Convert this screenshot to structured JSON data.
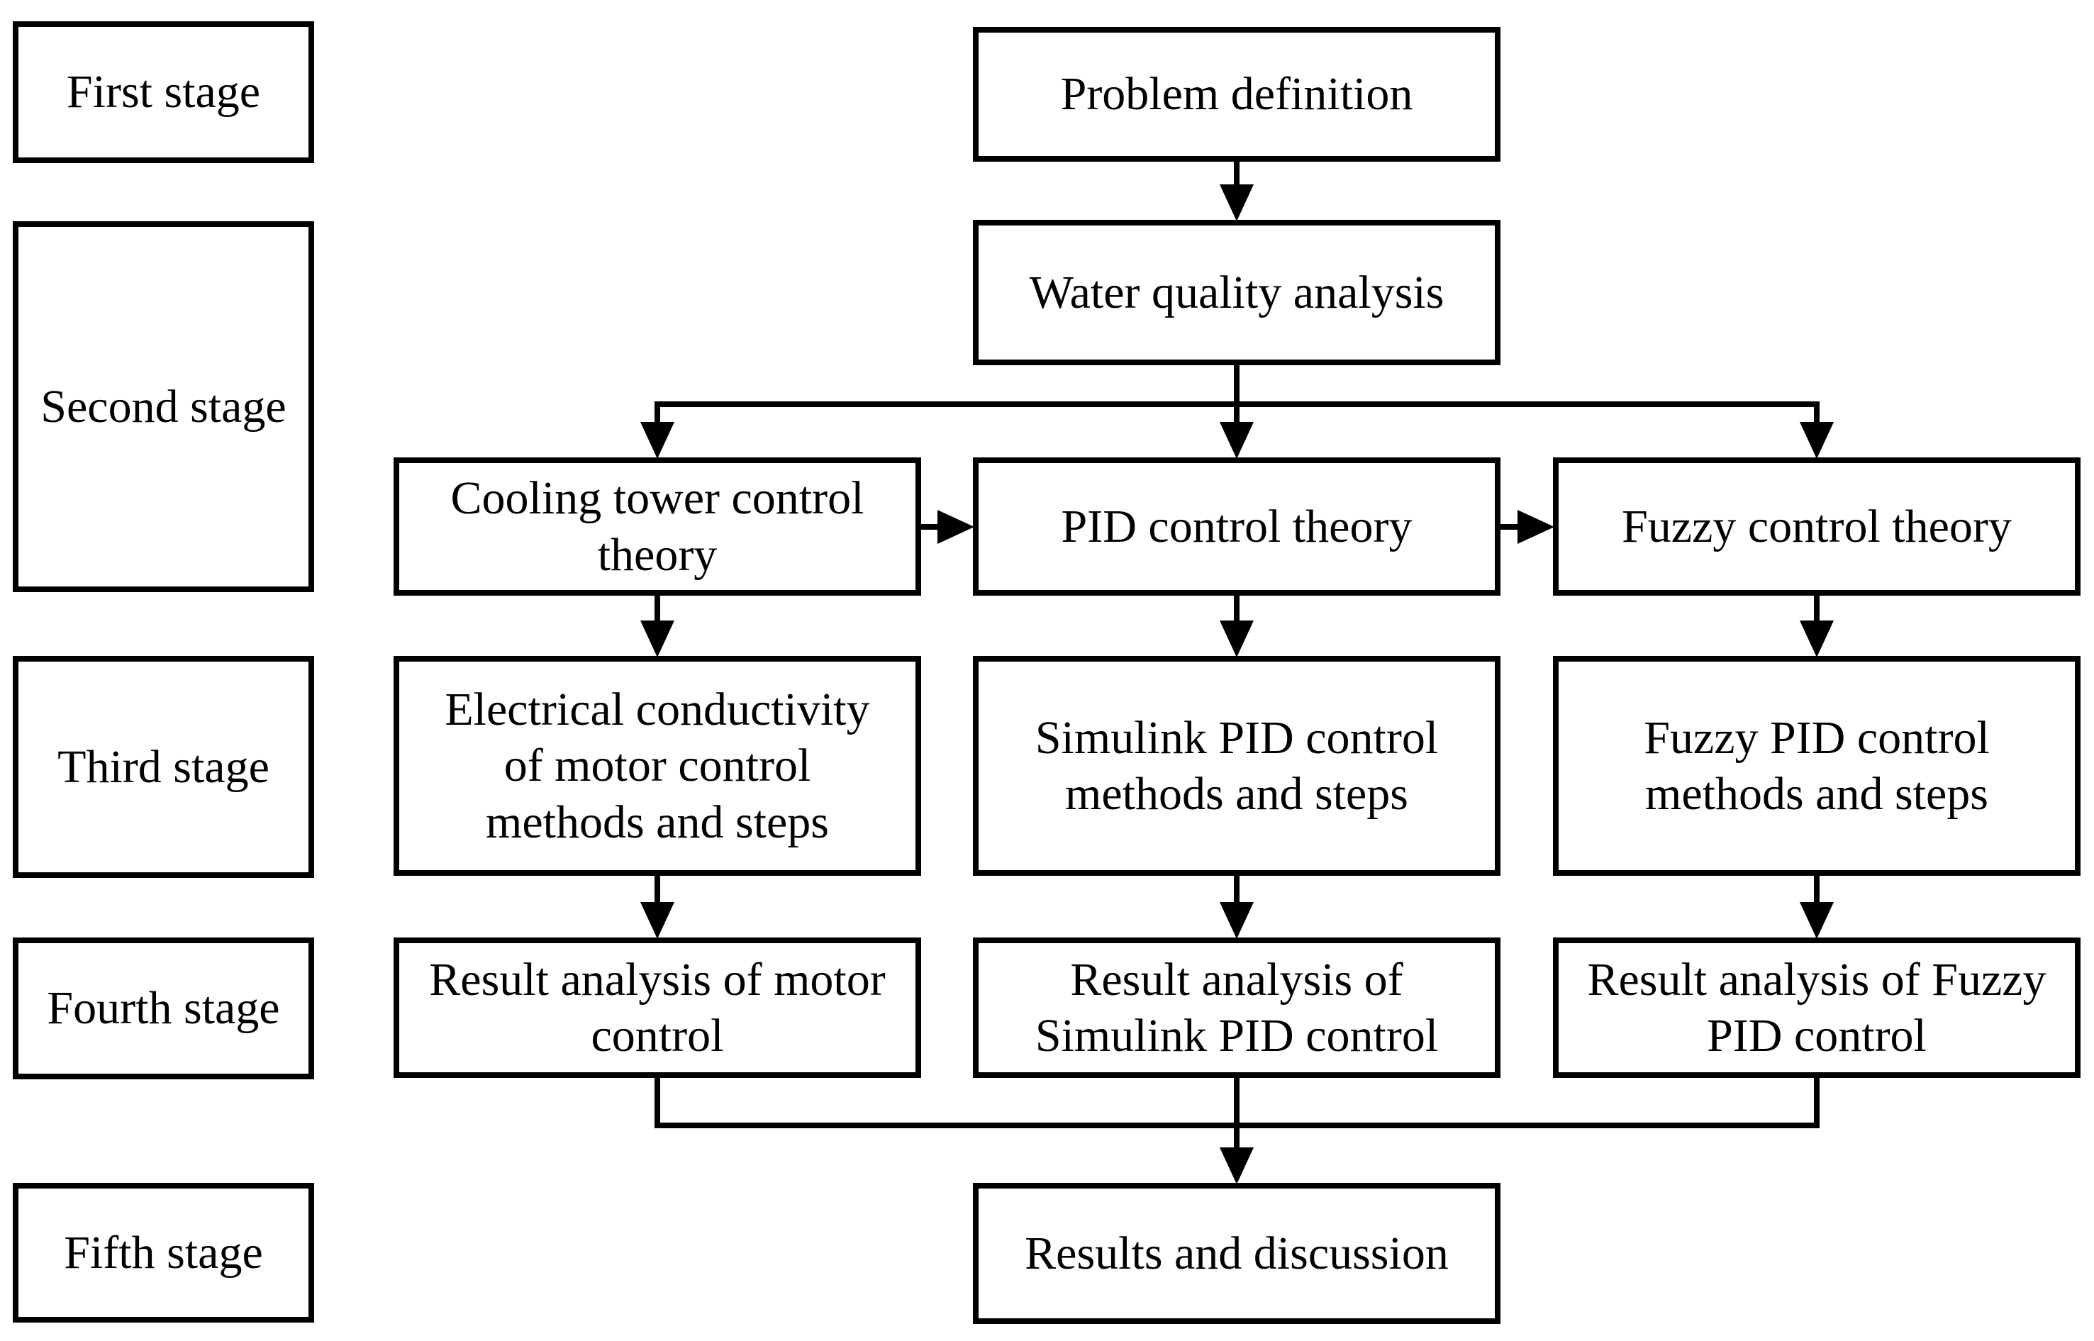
{
  "figure": {
    "background": "#ffffff",
    "line_color": "#000000",
    "box_border_color": "#000000",
    "box_fill": "#ffffff",
    "text_color": "#000000"
  },
  "stages": [
    {
      "label": "First stage"
    },
    {
      "label": "Second stage"
    },
    {
      "label": "Third stage"
    },
    {
      "label": "Fourth stage"
    },
    {
      "label": "Fifth stage"
    }
  ],
  "nodes": {
    "problem": {
      "label": "Problem definition"
    },
    "water": {
      "label": "Water quality analysis"
    },
    "cooling": {
      "label": "Cooling tower control\ntheory"
    },
    "pid": {
      "label": "PID control theory"
    },
    "fuzzy": {
      "label": "Fuzzy control theory"
    },
    "electrical": {
      "label": "Electrical conductivity\nof motor control\nmethods and steps"
    },
    "simulink": {
      "label": "Simulink PID control\nmethods and steps"
    },
    "fuzzy_pid": {
      "label": "Fuzzy PID control\nmethods and steps"
    },
    "result_motor": {
      "label": "Result analysis of motor\ncontrol"
    },
    "result_simulink": {
      "label": "Result analysis of\nSimulink PID control"
    },
    "result_fuzzy": {
      "label": "Result analysis of Fuzzy\nPID control"
    },
    "results": {
      "label": "Results and discussion"
    }
  },
  "edges": [
    {
      "from": "problem",
      "to": "water"
    },
    {
      "from": "water",
      "to": "cooling"
    },
    {
      "from": "water",
      "to": "pid"
    },
    {
      "from": "water",
      "to": "fuzzy"
    },
    {
      "from": "cooling",
      "to": "pid"
    },
    {
      "from": "pid",
      "to": "fuzzy"
    },
    {
      "from": "cooling",
      "to": "electrical"
    },
    {
      "from": "pid",
      "to": "simulink"
    },
    {
      "from": "fuzzy",
      "to": "fuzzy_pid"
    },
    {
      "from": "electrical",
      "to": "result_motor"
    },
    {
      "from": "simulink",
      "to": "result_simulink"
    },
    {
      "from": "fuzzy_pid",
      "to": "result_fuzzy"
    },
    {
      "from": "result_motor",
      "to": "results"
    },
    {
      "from": "result_simulink",
      "to": "results"
    },
    {
      "from": "result_fuzzy",
      "to": "results"
    }
  ]
}
